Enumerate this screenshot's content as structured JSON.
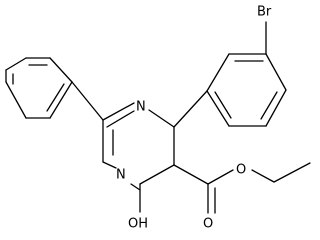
{
  "molecule": {
    "atom_labels": {
      "bromine": "Br",
      "nitrogen_upper": "N",
      "nitrogen_lower": "N",
      "ester_oxygen": "O",
      "carbonyl_oxygen": "O",
      "hydroxyl": "OH"
    }
  }
}
